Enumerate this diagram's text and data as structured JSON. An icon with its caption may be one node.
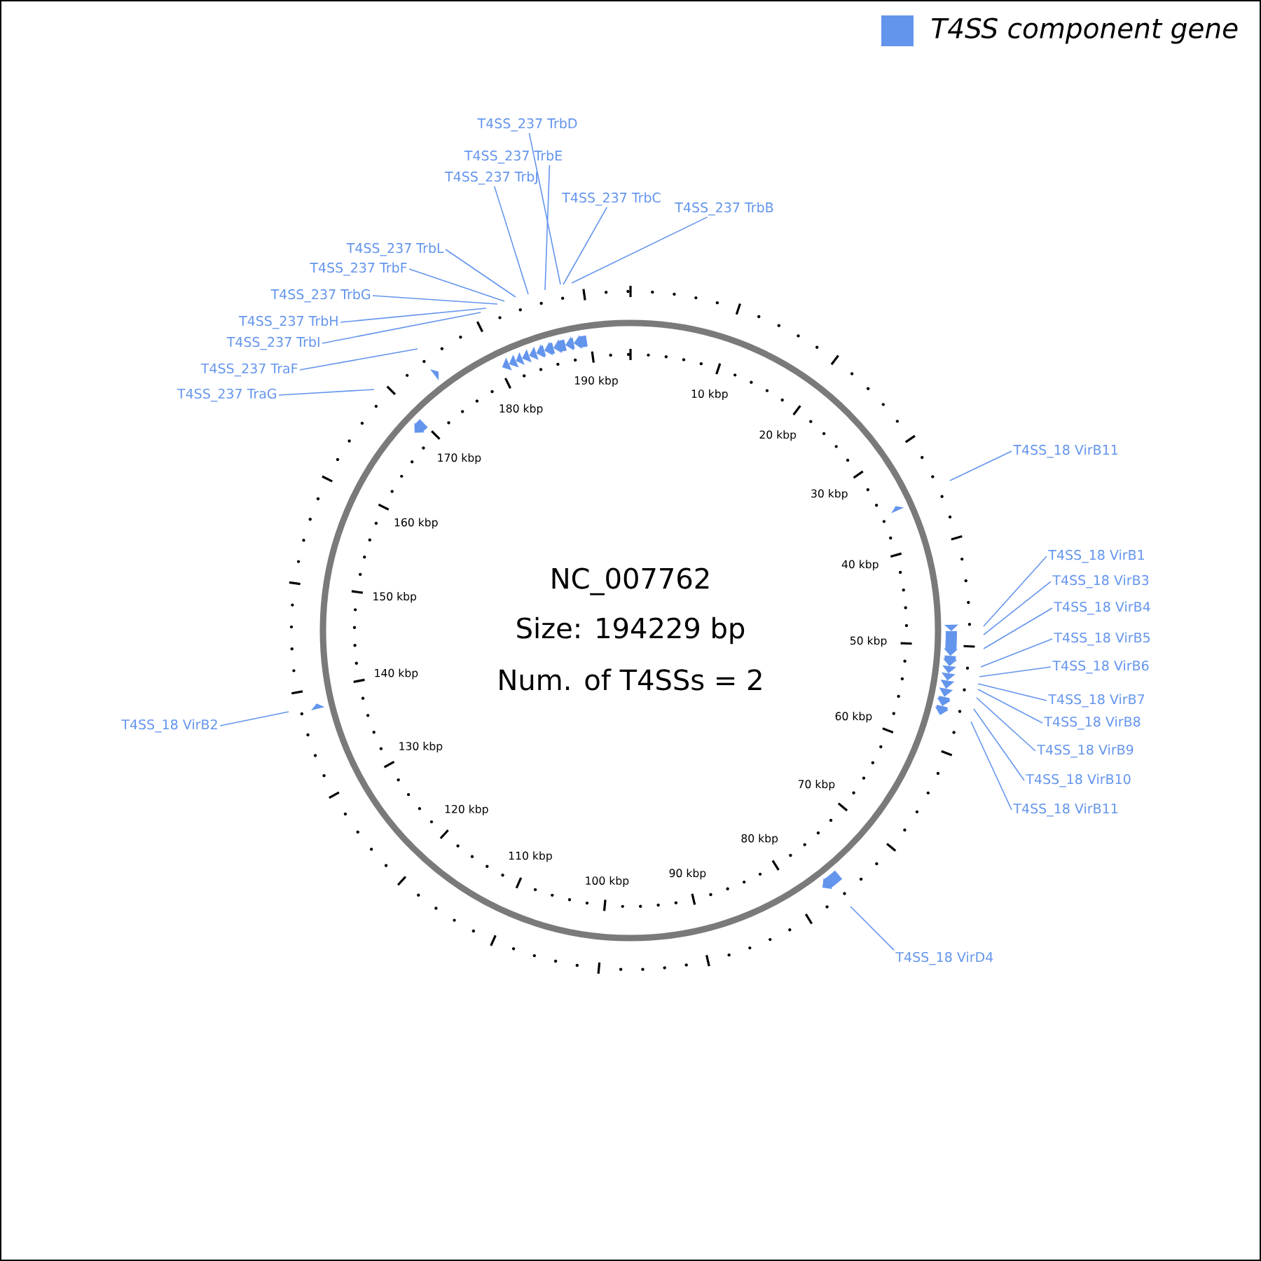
{
  "diagram": {
    "nodes": [
      {
        "text": [
          "T4SS_237 TrbD"
        ]
      },
      {
        "text": [
          "T4SS_237 TrbE"
        ]
      },
      {
        "text": [
          "T4SS_237 TrbJ"
        ]
      },
      {
        "text": [
          "T4SS_237 TrbC"
        ]
      },
      {
        "text": [
          "T4SS_237 TrbB"
        ]
      },
      {
        "text": [
          "T4SS_237 TrbL"
        ]
      },
      {
        "text": [
          "T4SS_237 TrbF"
        ]
      },
      {
        "text": [
          "T4SS_237 TrbG"
        ]
      },
      {
        "text": [
          "T4SS_237 TrbH"
        ]
      },
      {
        "text": [
          "T4SS_237 TrbI"
        ]
      },
      {
        "text": [
          "T4SS_237 TraF"
        ]
      },
      {
        "text": [
          "T4SS_237 TraG"
        ]
      },
      {
        "text": [
          "T4SS_18 VirB11"
        ]
      },
      {
        "text": [
          "T4SS_18 VirB1"
        ]
      },
      {
        "text": [
          "T4SS_18 VirB3"
        ]
      },
      {
        "text": [
          "T4SS_18 VirB4"
        ]
      },
      {
        "text": [
          "T4SS_18 VirB5"
        ]
      },
      {
        "text": [
          "T4SS_18 VirB6"
        ]
      },
      {
        "text": [
          "T4SS_18 VirB7"
        ]
      },
      {
        "text": [
          "T4SS_18 VirB8"
        ]
      },
      {
        "text": [
          "T4SS_18 VirB9"
        ]
      },
      {
        "text": [
          "T4SS_18 VirB10"
        ]
      },
      {
        "text": [
          "T4SS_18 VirB11"
        ]
      },
      {
        "text": [
          "T4SS_18 VirB2"
        ]
      },
      {
        "text": [
          "T4SS_18 VirD4"
        ]
      }
    ],
    "edges": [
      {
        "from": 0,
        "to": null,
        "arrow": "none"
      },
      {
        "from": 1,
        "to": null,
        "arrow": "none"
      },
      {
        "from": 2,
        "to": null,
        "arrow": "none"
      },
      {
        "from": 3,
        "to": null,
        "arrow": "none"
      },
      {
        "from": 4,
        "to": null,
        "arrow": "none"
      },
      {
        "from": 5,
        "to": null,
        "arrow": "none"
      },
      {
        "from": 6,
        "to": null,
        "arrow": "none"
      },
      {
        "from": 7,
        "to": null,
        "arrow": "none"
      },
      {
        "from": 8,
        "to": null,
        "arrow": "none"
      },
      {
        "from": 9,
        "to": null,
        "arrow": "none"
      },
      {
        "from": 10,
        "to": null,
        "arrow": "none"
      },
      {
        "from": 11,
        "to": null,
        "arrow": "none"
      },
      {
        "from": 12,
        "to": null,
        "arrow": "none"
      },
      {
        "from": 13,
        "to": null,
        "arrow": "none"
      },
      {
        "from": 14,
        "to": null,
        "arrow": "none"
      },
      {
        "from": 15,
        "to": null,
        "arrow": "none"
      },
      {
        "from": 16,
        "to": null,
        "arrow": "none"
      },
      {
        "from": 17,
        "to": null,
        "arrow": "none"
      },
      {
        "from": 18,
        "to": null,
        "arrow": "none"
      },
      {
        "from": 19,
        "to": null,
        "arrow": "none"
      },
      {
        "from": 20,
        "to": null,
        "arrow": "none"
      },
      {
        "from": 21,
        "to": null,
        "arrow": "none"
      },
      {
        "from": 22,
        "to": null,
        "arrow": "none"
      },
      {
        "from": 23,
        "to": null,
        "arrow": "none"
      },
      {
        "from": 24,
        "to": null,
        "arrow": "none"
      }
    ],
    "labels": [
      "NC_007762",
      "Size: 194229 bp",
      "Num. of T4SSs = 2",
      "10 kbp",
      "20 kbp",
      "30 kbp",
      "40 kbp",
      "50 kbp",
      "60 kbp",
      "70 kbp",
      "80 kbp",
      "90 kbp",
      "100 kbp",
      "110 kbp",
      "120 kbp",
      "130 kbp",
      "140 kbp",
      "150 kbp",
      "160 kbp",
      "170 kbp",
      "180 kbp",
      "190 kbp"
    ],
    "legend": [
      {
        "text": "T4SS component gene",
        "color": "#6495ed"
      }
    ]
  }
}
